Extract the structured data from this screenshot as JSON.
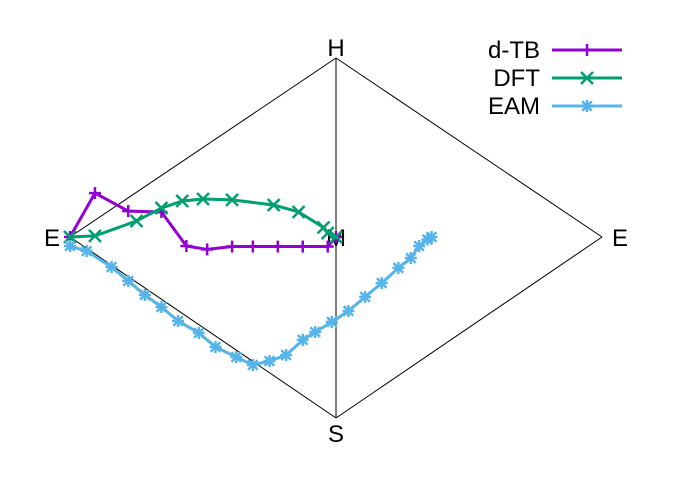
{
  "chart_data": {
    "type": "line",
    "title": "",
    "vertices": {
      "H": "H",
      "E_left": "E",
      "E_right": "E",
      "S": "S",
      "M": "M"
    },
    "legend_position": "top-right",
    "series": [
      {
        "name": "d-TB",
        "color": "#9400D3",
        "marker": "plus",
        "points": [
          [
            0.0,
            0.0
          ],
          [
            0.0938,
            0.244
          ],
          [
            0.2188,
            0.144
          ],
          [
            0.3438,
            0.139
          ],
          [
            0.4375,
            -0.05
          ],
          [
            0.5156,
            -0.069
          ],
          [
            0.6094,
            -0.053
          ],
          [
            0.6875,
            -0.053
          ],
          [
            0.7813,
            -0.053
          ],
          [
            0.875,
            -0.053
          ],
          [
            0.9688,
            -0.053
          ],
          [
            1.0,
            0.0
          ]
        ]
      },
      {
        "name": "DFT",
        "color": "#009E73",
        "marker": "x",
        "points": [
          [
            0.0,
            0.0
          ],
          [
            0.0938,
            0.006
          ],
          [
            0.25,
            0.089
          ],
          [
            0.3438,
            0.161
          ],
          [
            0.4219,
            0.2
          ],
          [
            0.5,
            0.211
          ],
          [
            0.6094,
            0.206
          ],
          [
            0.7656,
            0.178
          ],
          [
            0.8594,
            0.139
          ],
          [
            0.9531,
            0.053
          ],
          [
            0.9688,
            0.022
          ],
          [
            1.0,
            0.0
          ]
        ]
      },
      {
        "name": "EAM",
        "color": "#56B4E9",
        "marker": "star",
        "points": [
          [
            0.0,
            -0.05
          ],
          [
            0.0625,
            -0.078
          ],
          [
            0.1563,
            -0.167
          ],
          [
            0.2188,
            -0.244
          ],
          [
            0.2813,
            -0.322
          ],
          [
            0.3438,
            -0.389
          ],
          [
            0.4063,
            -0.467
          ],
          [
            0.4844,
            -0.533
          ],
          [
            0.5469,
            -0.611
          ],
          [
            0.625,
            -0.667
          ],
          [
            0.6875,
            -0.711
          ],
          [
            0.75,
            -0.689
          ],
          [
            0.8125,
            -0.656
          ],
          [
            0.875,
            -0.572
          ],
          [
            0.9219,
            -0.528
          ],
          [
            0.9844,
            -0.472
          ],
          [
            1.0469,
            -0.411
          ],
          [
            1.1094,
            -0.333
          ],
          [
            1.1719,
            -0.256
          ],
          [
            1.2344,
            -0.172
          ],
          [
            1.2813,
            -0.117
          ],
          [
            1.3125,
            -0.05
          ],
          [
            1.3438,
            -0.014
          ],
          [
            1.3594,
            0.0
          ]
        ]
      }
    ]
  }
}
